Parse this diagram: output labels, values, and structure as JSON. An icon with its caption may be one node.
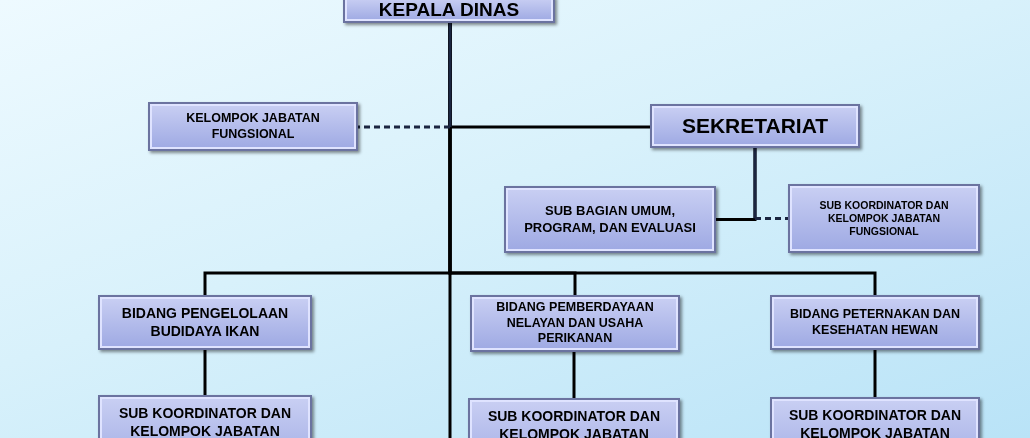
{
  "diagram": {
    "nodes": [
      {
        "text": [
          "KEPALA DINAS"
        ]
      },
      {
        "text": [
          "KELOMPOK JABATAN FUNGSIONAL"
        ]
      },
      {
        "text": [
          "SEKRETARIAT"
        ]
      },
      {
        "text": [
          "SUB BAGIAN UMUM, PROGRAM, DAN EVALUASI"
        ]
      },
      {
        "text": [
          "SUB KOORDINATOR DAN KELOMPOK JABATAN FUNGSIONAL"
        ]
      },
      {
        "text": [
          "BIDANG PENGELOLAAN BUDIDAYA IKAN"
        ]
      },
      {
        "text": [
          "BIDANG PEMBERDAYAAN NELAYAN DAN USAHA PERIKANAN"
        ]
      },
      {
        "text": [
          "BIDANG PETERNAKAN DAN KESEHATAN HEWAN"
        ]
      },
      {
        "text": [
          "SUB KOORDINATOR DAN KELOMPOK JABATAN"
        ]
      },
      {
        "text": [
          "SUB KOORDINATOR DAN KELOMPOK JABATAN"
        ]
      },
      {
        "text": [
          "SUB KOORDINATOR DAN KELOMPOK JABATAN"
        ]
      }
    ],
    "edges": [
      {
        "from": 0,
        "to": 1,
        "arrow": "none",
        "style": "dashed"
      },
      {
        "from": 0,
        "to": 2,
        "arrow": "none"
      },
      {
        "from": 2,
        "to": 3,
        "arrow": "none"
      },
      {
        "from": 2,
        "to": 4,
        "arrow": "none",
        "style": "dashed"
      },
      {
        "from": 0,
        "to": 5,
        "arrow": "none"
      },
      {
        "from": 0,
        "to": 6,
        "arrow": "none"
      },
      {
        "from": 0,
        "to": 7,
        "arrow": "none"
      },
      {
        "from": 5,
        "to": 8,
        "arrow": "none"
      },
      {
        "from": 6,
        "to": 9,
        "arrow": "none"
      },
      {
        "from": 7,
        "to": 10,
        "arrow": "none"
      },
      {
        "from": 0,
        "to": null,
        "arrow": "none"
      }
    ]
  }
}
